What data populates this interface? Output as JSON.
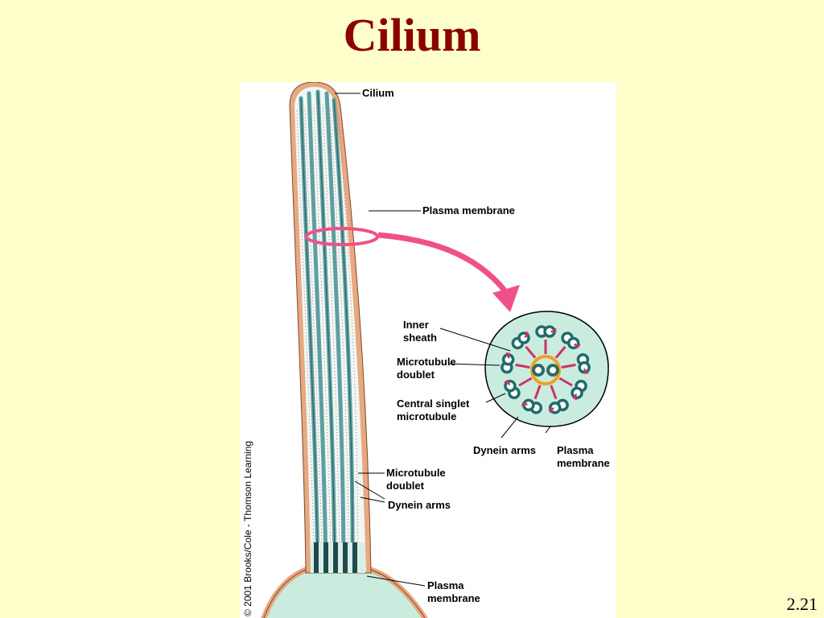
{
  "slide": {
    "title": "Cilium",
    "number": "2.21"
  },
  "figure": {
    "copyright": "© 2001 Brooks/Cole - Thomson Learning",
    "labels": {
      "cilium": "Cilium",
      "plasma_membrane_upper": "Plasma membrane",
      "inner_sheath": [
        "Inner",
        "sheath"
      ],
      "microtubule_doublet_xs": [
        "Microtubule",
        "doublet"
      ],
      "central_singlet": [
        "Central singlet",
        "microtubule"
      ],
      "dynein_arms_xs": "Dynein arms",
      "plasma_membrane_xs": [
        "Plasma",
        "membrane"
      ],
      "microtubule_doublet_long": [
        "Microtubule",
        "doublet"
      ],
      "dynein_arms_long": "Dynein arms",
      "plasma_membrane_base": [
        "Plasma",
        "membrane"
      ]
    },
    "colors": {
      "membrane": "#e8a880",
      "microtubule": "#5f9ea0",
      "dynein": "#cc3366",
      "cytoplasm": "#c9ecdf",
      "arrow": "#f0508a",
      "inner_sheath": "#f0a020"
    }
  }
}
